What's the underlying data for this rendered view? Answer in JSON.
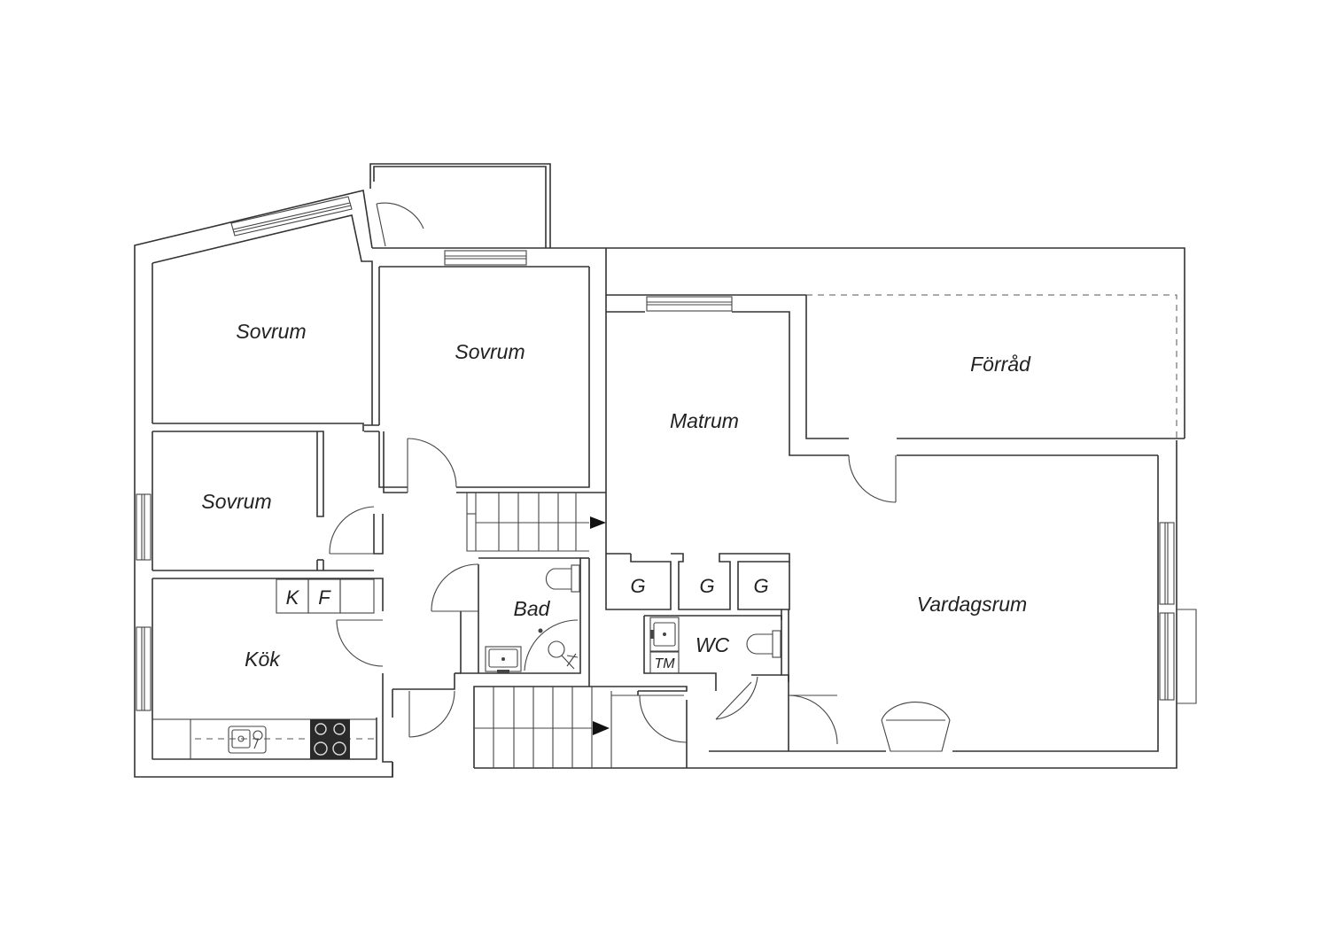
{
  "rooms": {
    "sovrum_1": "Sovrum",
    "sovrum_2": "Sovrum",
    "sovrum_3": "Sovrum",
    "matrum": "Matrum",
    "forrad": "Förråd",
    "kok": "Kök",
    "bad": "Bad",
    "wc": "WC",
    "vardagsrum": "Vardagsrum"
  },
  "fixtures": {
    "kyl": "K",
    "frys": "F",
    "garderob_1": "G",
    "garderob_2": "G",
    "garderob_3": "G",
    "tvattmaskin": "TM"
  },
  "colors": {
    "line": "#333333",
    "background": "#ffffff",
    "stove": "#2a2a2a"
  }
}
